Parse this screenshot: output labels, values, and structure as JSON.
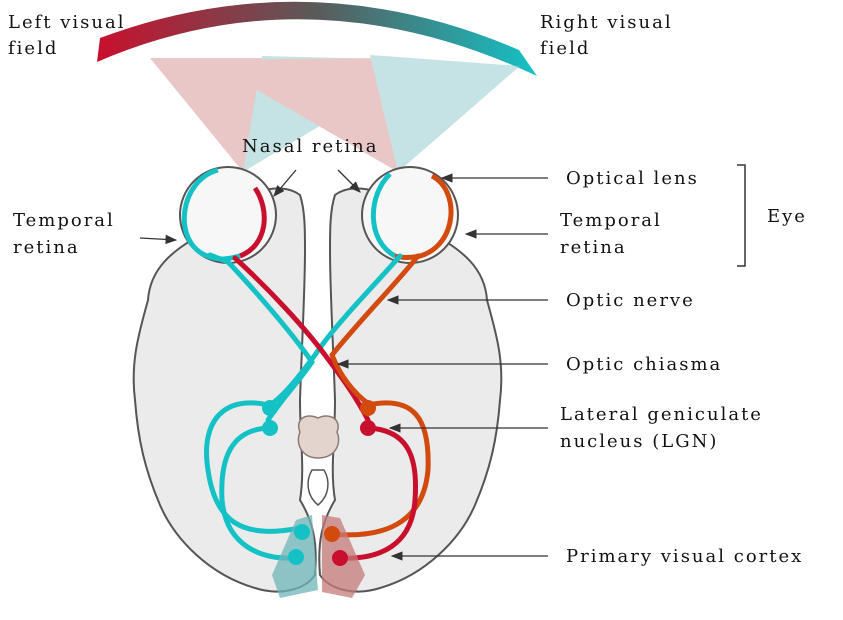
{
  "labels": {
    "left_visual_field": [
      "Left visual",
      "field"
    ],
    "right_visual_field": [
      "Right visual",
      "field"
    ],
    "nasal_retina": "Nasal retina",
    "temporal_retina_left": [
      "Temporal",
      "retina"
    ],
    "optical_lens": "Optical lens",
    "temporal_retina_right": [
      "Temporal",
      "retina"
    ],
    "eye": "Eye",
    "optic_nerve": "Optic nerve",
    "optic_chiasma": "Optic chiasma",
    "lgn": [
      "Lateral geniculate",
      "nucleus (LGN)"
    ],
    "primary_visual_cortex": "Primary visual cortex"
  },
  "colors": {
    "left_field": "#c8102e",
    "right_field": "#14c2c6",
    "right_eye_temporal": "#d24a0e",
    "brain_fill": "#ebebeb",
    "brain_outline": "#555555",
    "cone_red": "#d99a9a",
    "cone_cyan": "#96cdd0"
  }
}
